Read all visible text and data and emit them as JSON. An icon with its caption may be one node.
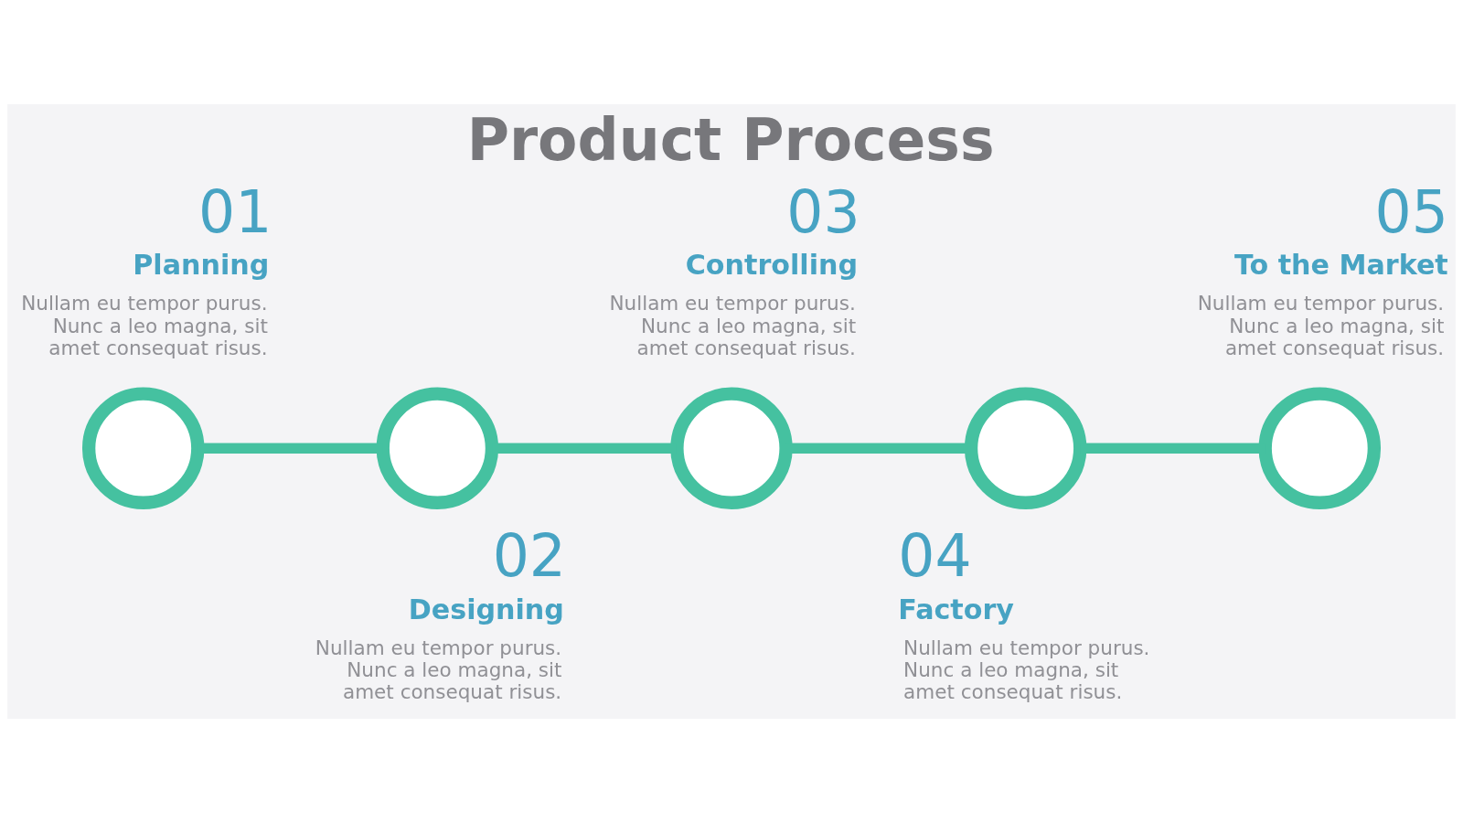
{
  "diagram": {
    "title": "Product Process",
    "nodes": [
      {
        "text": [],
        "shape": "circle",
        "beside": [
          "01",
          "Planning",
          "Nullam eu tempor purus. Nunc a leo magna, sit amet consequat risus."
        ]
      },
      {
        "text": [],
        "shape": "circle",
        "beside": [
          "02",
          "Designing",
          "Nullam eu tempor purus. Nunc a leo magna, sit amet consequat risus."
        ]
      },
      {
        "text": [],
        "shape": "circle",
        "beside": [
          "03",
          "Controlling",
          "Nullam eu tempor purus. Nunc a leo magna, sit amet consequat risus."
        ]
      },
      {
        "text": [],
        "shape": "circle",
        "beside": [
          "04",
          "Factory",
          "Nullam eu tempor purus. Nunc a leo magna, sit amet consequat risus."
        ]
      },
      {
        "text": [],
        "shape": "circle",
        "beside": [
          "05",
          "To the Market",
          "Nullam eu tempor purus. Nunc a leo magna, sit amet consequat risus."
        ]
      }
    ],
    "edges": [
      {
        "from": 0,
        "to": 1,
        "arrow": "none"
      },
      {
        "from": 1,
        "to": 2,
        "arrow": "none"
      },
      {
        "from": 2,
        "to": 3,
        "arrow": "none"
      },
      {
        "from": 3,
        "to": 4,
        "arrow": "none"
      }
    ]
  }
}
